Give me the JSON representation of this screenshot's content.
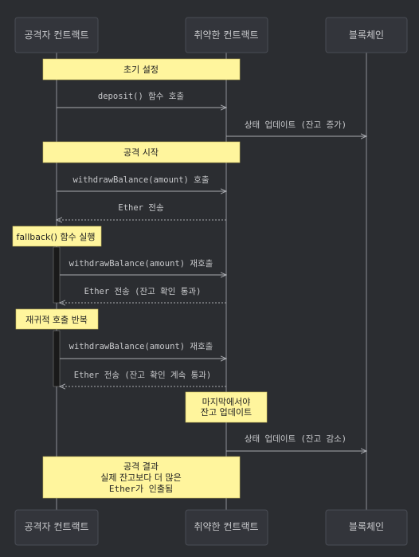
{
  "participants": {
    "attacker": "공격자 컨트랙트",
    "vulnerable": "취약한 컨트랙트",
    "blockchain": "블록체인"
  },
  "notes": {
    "init": "초기 설정",
    "attack_start": "공격 시작",
    "fallback": "fallback() 함수 실행",
    "recursive": "재귀적 호출 반복",
    "final_update_1": "마지막에서야",
    "final_update_2": "잔고 업데이트",
    "result_1": "공격 결과",
    "result_2": "실제 잔고보다 더 많은",
    "result_3": "Ether가 인출됨"
  },
  "messages": {
    "deposit": "deposit() 함수 호출",
    "state_increase": "상태 업데이트 (잔고 증가)",
    "withdraw": "withdrawBalance(amount) 호출",
    "ether_send": "Ether 전송",
    "withdraw_recall_1": "withdrawBalance(amount) 재호출",
    "ether_send_check": "Ether 전송 (잔고 확인 통과)",
    "withdraw_recall_2": "withdrawBalance(amount) 재호출",
    "ether_send_check_continue": "Ether 전송 (잔고 확인 계속 통과)",
    "state_decrease": "상태 업데이트 (잔고 감소)"
  }
}
